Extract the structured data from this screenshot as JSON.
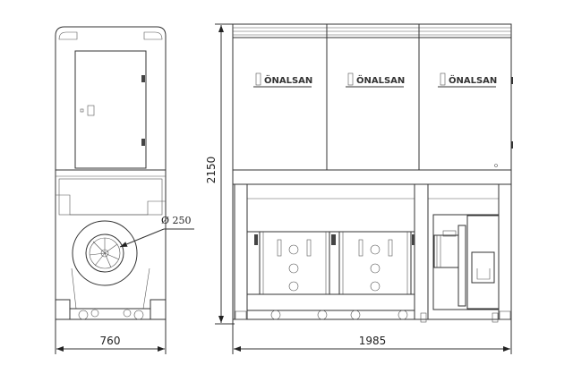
{
  "drawing": {
    "brand_logo": "ÖNALSAN",
    "dimensions": {
      "width_side": "760",
      "width_front": "1985",
      "height": "2150",
      "duct_diameter": "Ø 250"
    },
    "line_color": "#333333"
  }
}
